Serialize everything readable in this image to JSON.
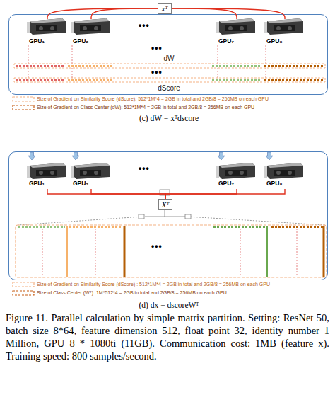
{
  "diagram": {
    "caption": "Figure 11. Parallel calculation by simple matrix partition. Setting: ResNet 50, batch size 8*64, feature dimension 512, float point 32, identity number 1 Million, GPU 8 * 1080ti (11GB). Communication cost: 1MB (feature x). Training speed: 800 samples/second.",
    "nodes": [
      {
        "text": [
          "dW",
          "dScore",
          "(c) dW = xᵀdscore"
        ]
      },
      {
        "text": [
          "xᵀ"
        ],
        "in": 0
      },
      {
        "text": [
          "GPU₁"
        ],
        "in": 0
      },
      {
        "text": [
          "GPU₂"
        ],
        "in": 0
      },
      {
        "text": [
          "GPU₇"
        ],
        "in": 0
      },
      {
        "text": [
          "GPU₈"
        ],
        "in": 0
      },
      {
        "text": [
          "(d) dx = dscoreWᵀ"
        ]
      },
      {
        "text": [
          "GPU₁"
        ],
        "in": 6
      },
      {
        "text": [
          "GPU₂"
        ],
        "in": 6
      },
      {
        "text": [
          "GPU₇"
        ],
        "in": 6
      },
      {
        "text": [
          "GPU₈"
        ],
        "in": 6
      },
      {
        "text": [
          "Xᵀ"
        ],
        "in": 6
      }
    ],
    "edges": [
      {
        "from": 1,
        "to": 2,
        "arrow": "none"
      },
      {
        "from": 1,
        "to": 3,
        "arrow": "none"
      },
      {
        "from": 1,
        "to": 4,
        "arrow": "none"
      },
      {
        "from": 1,
        "to": 5,
        "arrow": "none"
      },
      {
        "from": 7,
        "to": 11,
        "arrow": "none"
      },
      {
        "from": 8,
        "to": 11,
        "arrow": "none"
      },
      {
        "from": 9,
        "to": 11,
        "arrow": "none"
      },
      {
        "from": 10,
        "to": 11,
        "arrow": "none"
      }
    ],
    "labels": [
      "•••",
      "•••",
      "•••",
      "•••",
      "•••"
    ],
    "legend": [
      {
        "text": "Size of Gradient on Similarity Score (dScore): 512*1M*4 = 2GB in total and 2GB/8 = 256MB on each GPU"
      },
      {
        "text": "Size of Gradient on Class Center (dW): 512*1M*4 = 2GB in total and 2GB/8 = 256MB on each GPU"
      },
      {
        "text": "Size of Gradient on Similarity Score (dScore) : 512*1M*4 = 2GB in total and 2GB/8 = 256MB on each GPU"
      },
      {
        "text": "Size of Class Center (Wᵀ): 1M*512*4 = 2GB in total and 2GB/8 = 256MB on each GPU"
      }
    ]
  }
}
